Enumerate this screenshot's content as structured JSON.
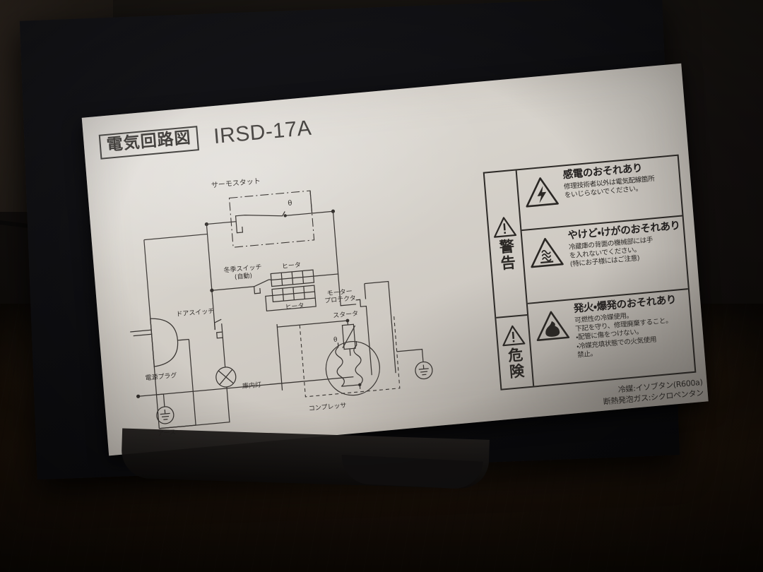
{
  "scene": {
    "description": "photo-of-appliance-label",
    "background_color": "#100d0b",
    "floor_color": "#4a2f16"
  },
  "label": {
    "title_box": "電気回路図",
    "model": "IRSD-17A",
    "sheet_color": "#d6d2cb",
    "ink_color": "#2b2724"
  },
  "circuit": {
    "labels": {
      "thermostat": "サーモスタット",
      "thermostat_symbol": "θ",
      "winter_switch": "冬季スイッチ",
      "winter_switch_sub": "(自動)",
      "heater_top": "ヒータ",
      "heater_bottom": "ヒータ",
      "motor_protector_1": "モーター",
      "motor_protector_2": "プロテクタ",
      "starter": "スタータ",
      "starter_symbol": "θ",
      "compressor": "コンプレッサ",
      "door_switch": "ドアスイッチ",
      "interior_lamp": "庫内灯",
      "power_plug": "電源プラグ",
      "earth": "アース"
    }
  },
  "warnings": {
    "severity_labels": {
      "warning": "警告",
      "danger": "危険"
    },
    "rows": [
      {
        "icon": "electric-shock-icon",
        "severity": "警告",
        "head": "感電のおそれあり",
        "body": [
          "修理技術者以外は電気配線箇所",
          "をいじらないでください。"
        ]
      },
      {
        "icon": "hot-surface-icon",
        "severity": "警告",
        "head": "やけど・けがのおそれあり",
        "body": [
          "冷蔵庫の背面の機械部には手",
          "を入れないでください。",
          "(特にお子様にはご注意)"
        ]
      },
      {
        "icon": "flammable-icon",
        "severity": "危険",
        "head": "発火・爆発のおそれあり",
        "body": [
          "可燃性の冷媒使用。",
          "下記を守り、修理廃棄すること。",
          "・配管に傷をつけない。",
          "・冷媒充填状態での火気使用",
          "禁止。"
        ]
      }
    ]
  },
  "refrigerant": {
    "line1": "冷媒:イソブタン(R600a)",
    "line2": "断熱発泡ガス:シクロペンタン"
  }
}
